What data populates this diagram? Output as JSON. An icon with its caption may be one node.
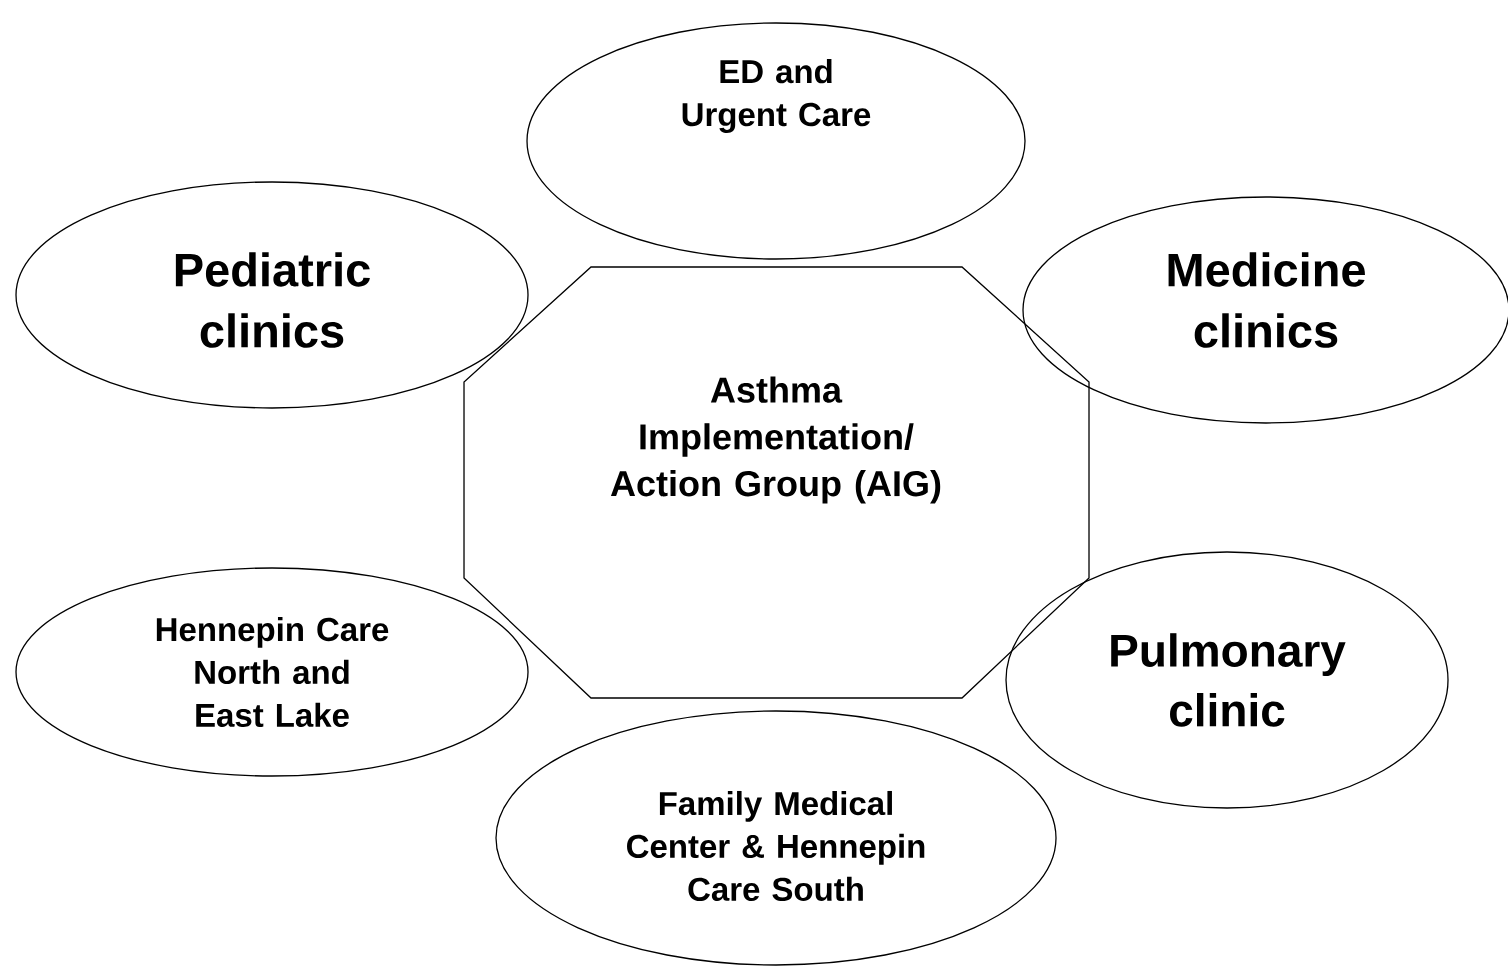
{
  "diagram": {
    "nodes": [
      {
        "text": [
          "ED and Urgent Care"
        ]
      },
      {
        "text": [
          "Pediatric clinics"
        ]
      },
      {
        "text": [
          "Medicine clinics"
        ]
      },
      {
        "text": [
          "Asthma Implementation/ Action Group (AIG)"
        ]
      },
      {
        "text": [
          "Hennepin Care North and East Lake"
        ]
      },
      {
        "text": [
          "Pulmonary clinic"
        ]
      },
      {
        "text": [
          "Family Medical Center & Hennepin Care South"
        ]
      }
    ]
  }
}
